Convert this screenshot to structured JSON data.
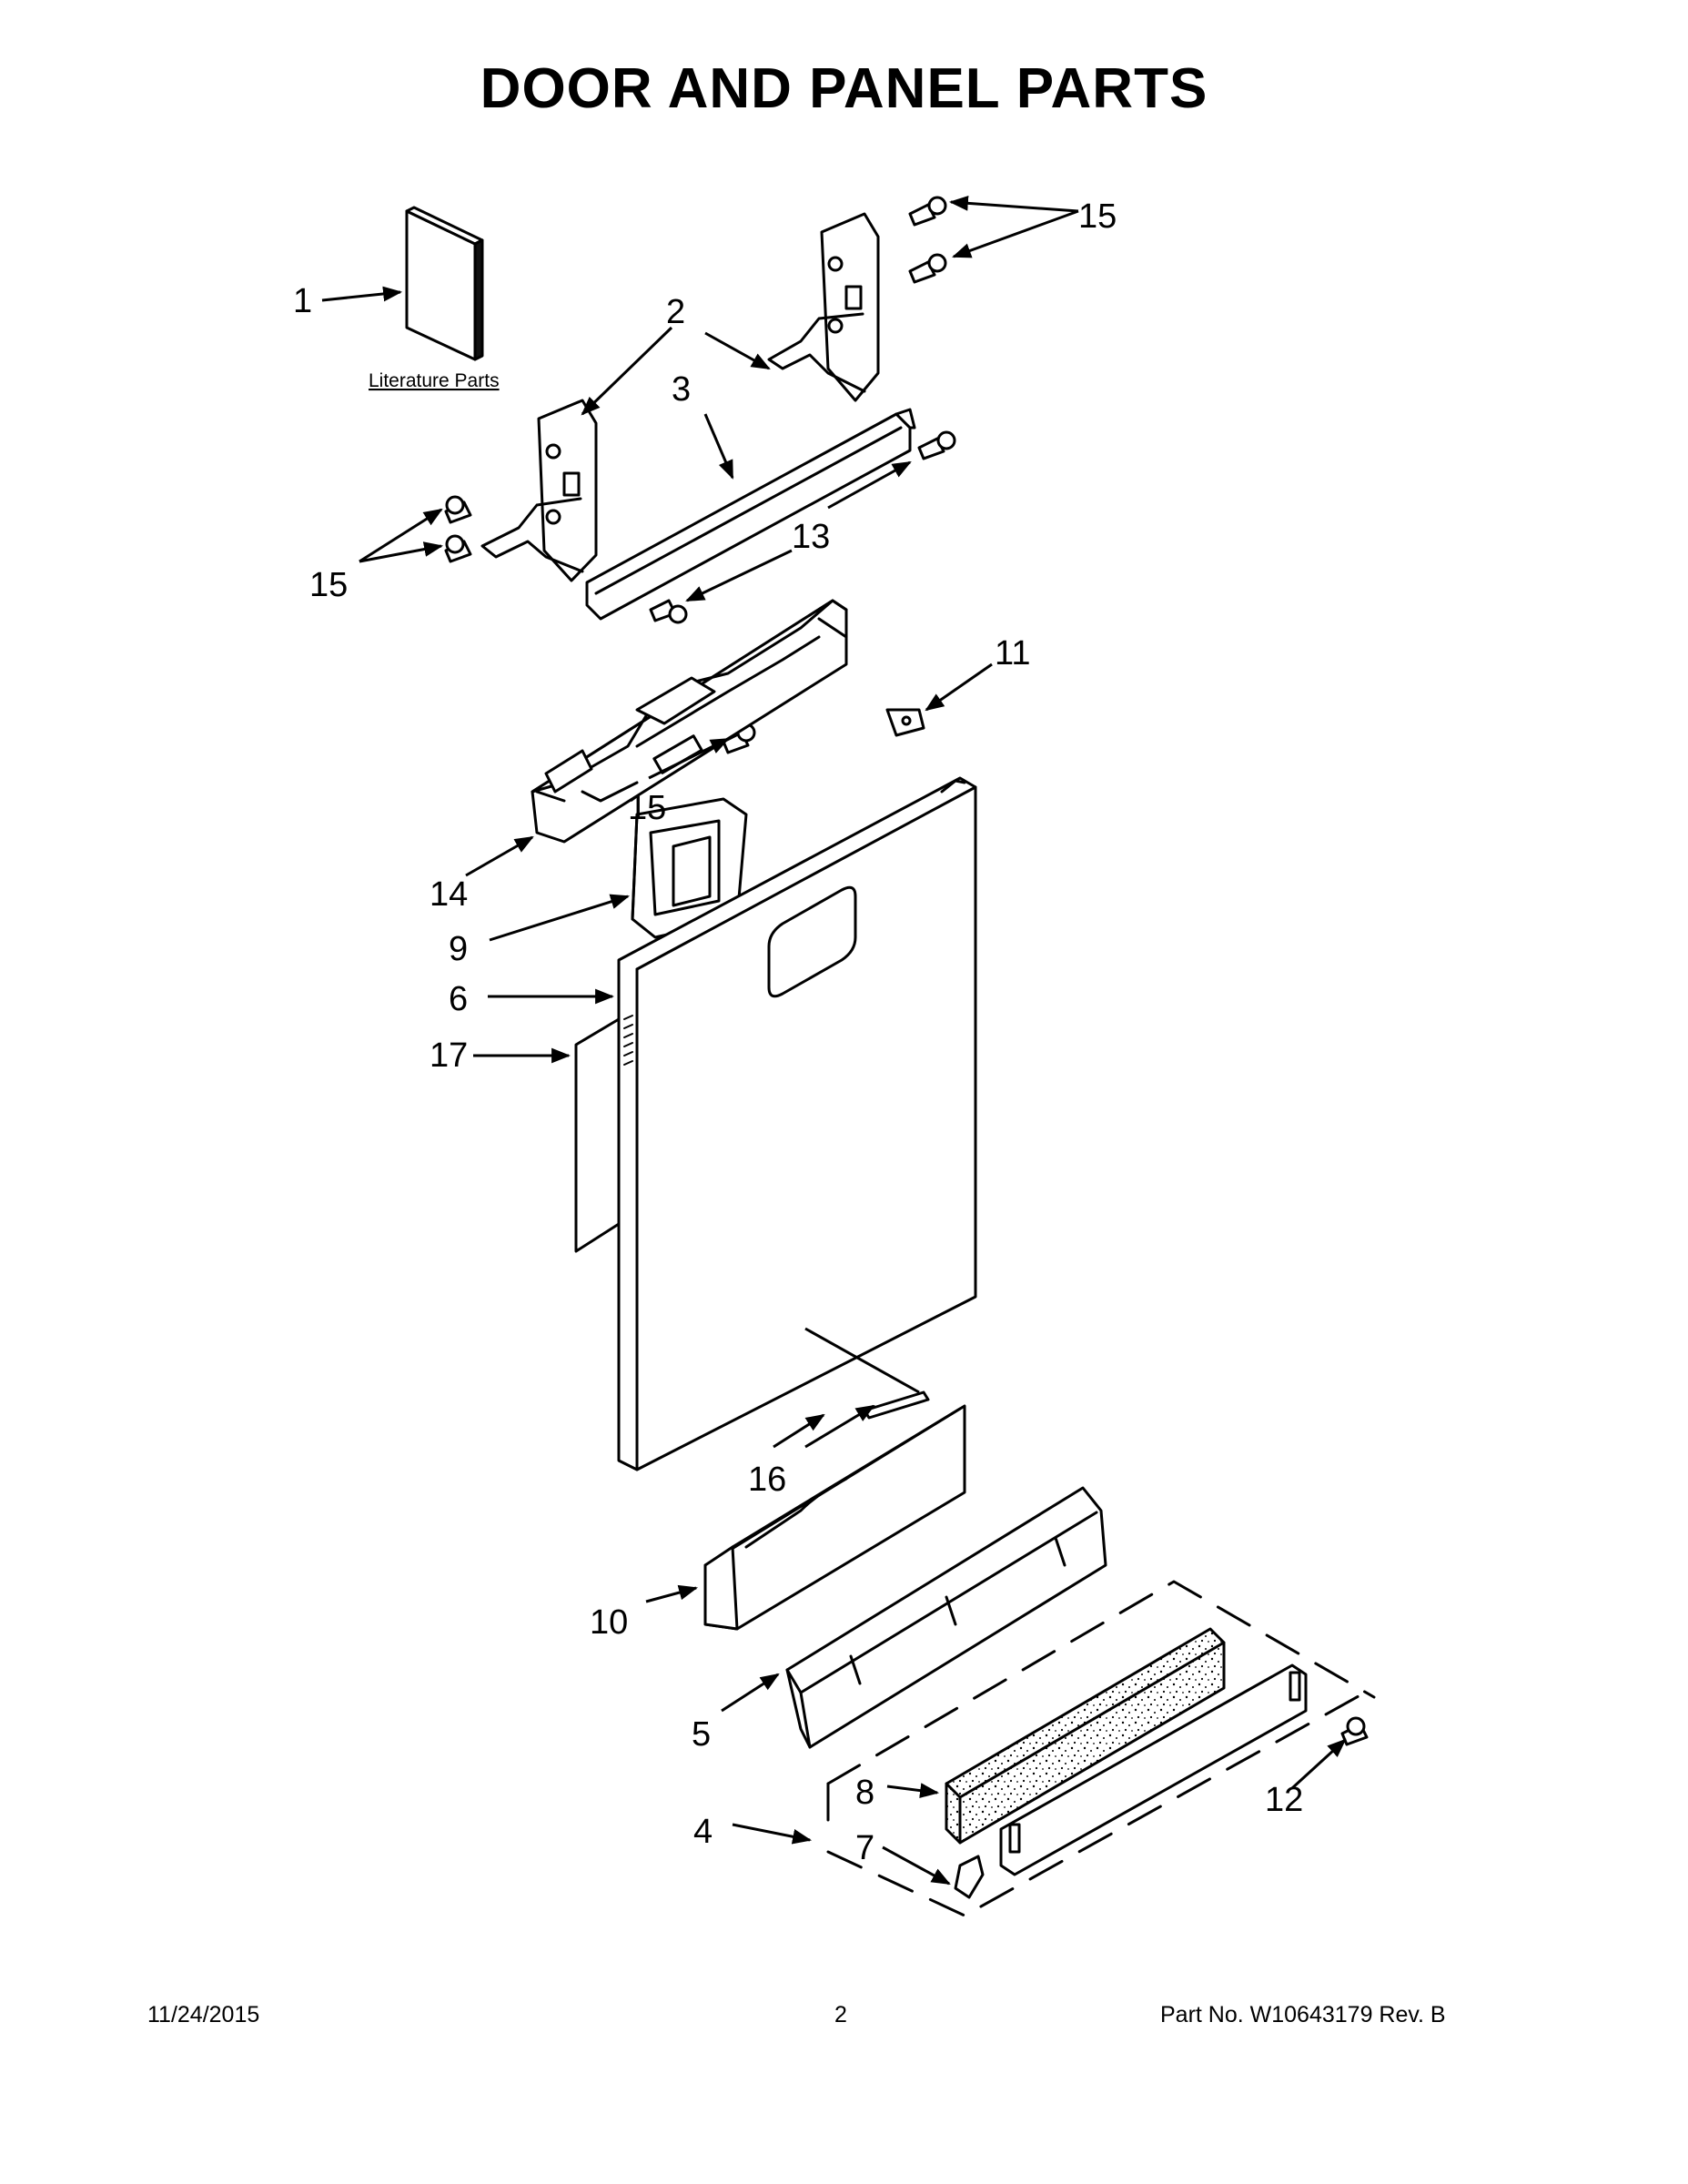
{
  "title": "DOOR AND PANEL PARTS",
  "literature_label": "Literature Parts",
  "callouts": {
    "c1": "1",
    "c2": "2",
    "c3": "3",
    "c4": "4",
    "c5": "5",
    "c6": "6",
    "c7": "7",
    "c8": "8",
    "c9": "9",
    "c10": "10",
    "c11": "11",
    "c12": "12",
    "c13": "13",
    "c14": "14",
    "c15a": "15",
    "c15b": "15",
    "c15c": "15",
    "c16": "16",
    "c17": "17"
  },
  "footer": {
    "date": "11/24/2015",
    "page": "2",
    "part_number": "Part No.  W10643179  Rev.  B"
  }
}
